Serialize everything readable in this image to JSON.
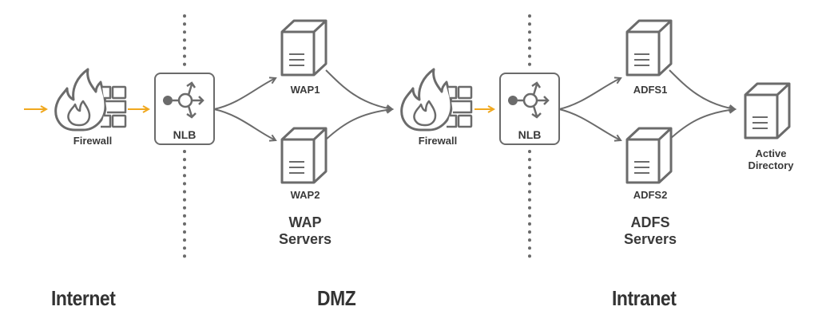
{
  "colors": {
    "stroke": "#6b6b6b",
    "accent_arrow": "#f0a81e",
    "text": "#3a3a3a",
    "separator": "#6b6b6b"
  },
  "zones": {
    "internet": "Internet",
    "dmz": "DMZ",
    "intranet": "Intranet"
  },
  "nodes": {
    "firewall1": {
      "label": "Firewall",
      "icon": "firewall-icon"
    },
    "nlb1": {
      "label": "NLB",
      "icon": "load-balancer-icon"
    },
    "wap1": {
      "label": "WAP1",
      "icon": "server-icon"
    },
    "wap2": {
      "label": "WAP2",
      "icon": "server-icon"
    },
    "firewall2": {
      "label": "Firewall",
      "icon": "firewall-icon"
    },
    "nlb2": {
      "label": "NLB",
      "icon": "load-balancer-icon"
    },
    "adfs1": {
      "label": "ADFS1",
      "icon": "server-icon"
    },
    "adfs2": {
      "label": "ADFS2",
      "icon": "server-icon"
    },
    "active_directory": {
      "label": "Active\nDirectory",
      "icon": "server-icon"
    }
  },
  "groups": {
    "wap_servers": "WAP\nServers",
    "adfs_servers": "ADFS\nServers"
  },
  "edges": [
    {
      "from": "internet",
      "to": "firewall1",
      "style": "accent"
    },
    {
      "from": "firewall1",
      "to": "nlb1",
      "style": "accent"
    },
    {
      "from": "nlb1",
      "to": "wap1"
    },
    {
      "from": "nlb1",
      "to": "wap2"
    },
    {
      "from": "wap1",
      "to": "firewall2"
    },
    {
      "from": "wap2",
      "to": "firewall2"
    },
    {
      "from": "firewall2",
      "to": "nlb2",
      "style": "accent"
    },
    {
      "from": "nlb2",
      "to": "adfs1"
    },
    {
      "from": "nlb2",
      "to": "adfs2"
    },
    {
      "from": "adfs1",
      "to": "active_directory"
    },
    {
      "from": "adfs2",
      "to": "active_directory"
    }
  ]
}
